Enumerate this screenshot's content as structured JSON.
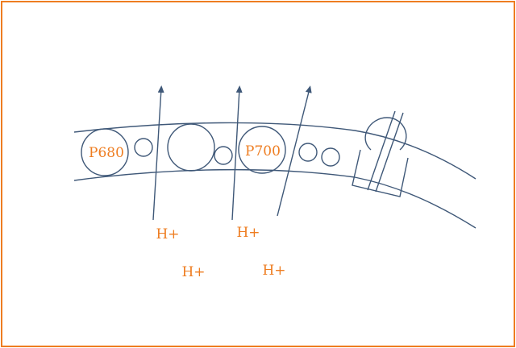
{
  "colors": {
    "line": "#3f5878",
    "label": "#ee7d21",
    "border": "#ee7d21"
  },
  "labels": {
    "p680": "P680",
    "p700": "P700",
    "proton_1": "H+",
    "proton_2": "H+",
    "proton_3": "H+",
    "proton_4": "H+"
  }
}
